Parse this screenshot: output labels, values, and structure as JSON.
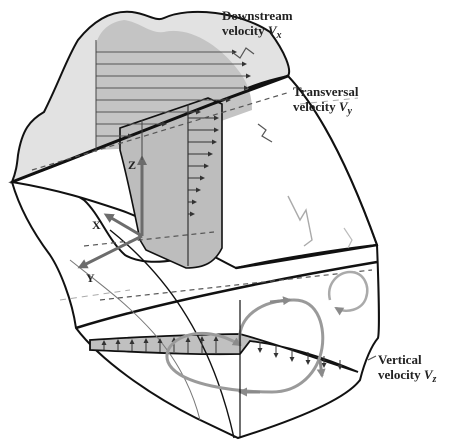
{
  "labels": {
    "downstream": {
      "line1": "Downstream",
      "line2": "velocity ",
      "symbol": "V",
      "subscript": "x"
    },
    "transversal": {
      "line1": "Transversal",
      "line2": "velocity ",
      "symbol": "V",
      "subscript": "y"
    },
    "vertical": {
      "line1": "Vertical",
      "line2": "velocity ",
      "symbol": "V",
      "subscript": "z"
    }
  },
  "axes": {
    "x": "X",
    "y": "Y",
    "z": "Z"
  },
  "colors": {
    "outline": "#111111",
    "shade_light": "#d2d2d2",
    "shade_dark": "#b4b4b4",
    "circulation": "#9a9a9a",
    "axis_arrow": "#707070"
  }
}
